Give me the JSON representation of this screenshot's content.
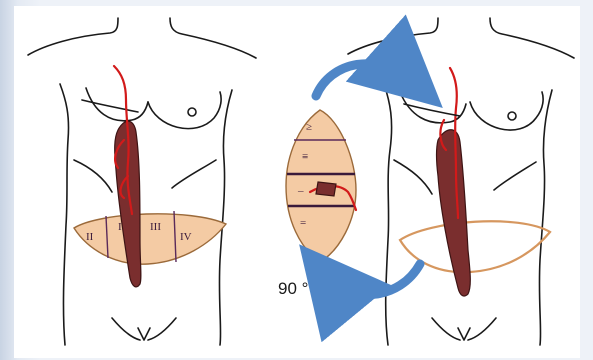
{
  "diagram": {
    "zones": {
      "II": "II",
      "I": "I",
      "III": "III",
      "IV": "IV"
    },
    "rotated_zones": {
      "IV": "≥",
      "III": "≡",
      "I": "–",
      "II": "="
    },
    "rotation_label": "90 °",
    "colors": {
      "background": "#dfe6f1",
      "flap_fill": "#f4cba4",
      "muscle": "#7a2e2e",
      "vessel": "#d21a1a",
      "arrow": "#4f86c7"
    }
  }
}
